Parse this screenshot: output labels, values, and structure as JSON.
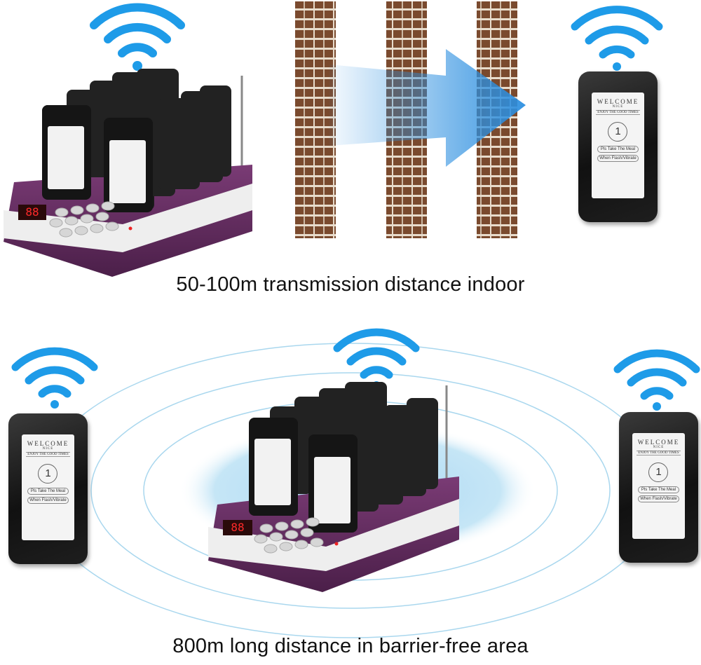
{
  "captions": {
    "indoor": "50-100m transmission distance indoor",
    "outdoor": "800m long distance in barrier-free area"
  },
  "pager_screen": {
    "welcome": "WELCOME",
    "sub": "NICE",
    "enjoy": "ENJOY THE GOOD TIMES",
    "number": "1",
    "take_meal": "Pls Take The Meal",
    "flash": "When Flash/Vibrate"
  },
  "base_display": "88",
  "colors": {
    "wifi": "#1e9be8",
    "brick": "#7a4a2e",
    "mortar": "#e8dccc",
    "arrow": "#2c8fe0",
    "base_purple": "#5c2a5a",
    "ripple": "#bfe3f5",
    "halo": "#a8d6f3"
  },
  "icons": [
    "wifi-icon",
    "brick-wall",
    "signal-arrow",
    "pager",
    "transmitter-base"
  ]
}
